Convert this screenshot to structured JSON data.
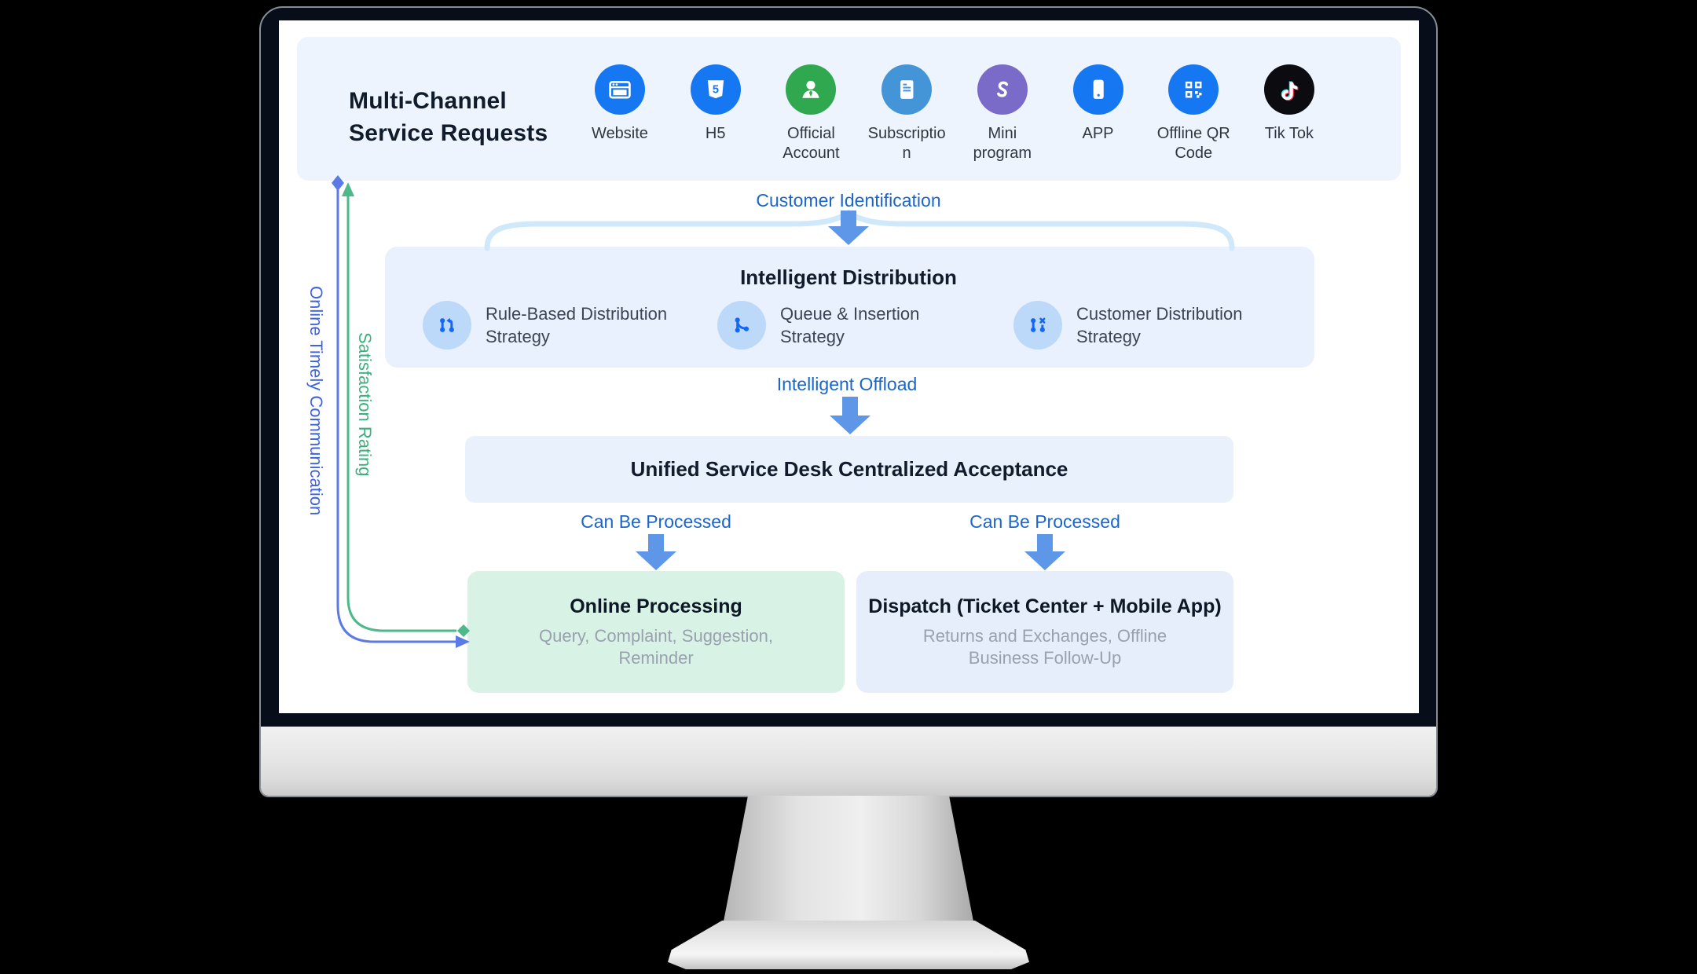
{
  "header": {
    "title_line1": "Multi-Channel",
    "title_line2": "Service Requests",
    "channels": [
      {
        "label": "Website",
        "icon": "browser-window-icon",
        "color": "#1677f2"
      },
      {
        "label": "H5",
        "icon": "html5-icon",
        "color": "#1677f2"
      },
      {
        "label": "Official Account",
        "icon": "person-icon",
        "color": "#2fa84f"
      },
      {
        "label": "Subscription",
        "icon": "subscription-doc-icon",
        "color": "#4494d8"
      },
      {
        "label": "Mini program",
        "icon": "mini-program-icon",
        "color": "#7a6bc8"
      },
      {
        "label": "APP",
        "icon": "mobile-phone-icon",
        "color": "#1677f2"
      },
      {
        "label": "Offline QR Code",
        "icon": "qr-code-icon",
        "color": "#1677f2"
      },
      {
        "label": "Tik Tok",
        "icon": "tiktok-icon",
        "color": "#0c0c10"
      }
    ]
  },
  "flow_labels": {
    "customer_identification": "Customer Identification",
    "intelligent_offload": "Intelligent Offload",
    "can_be_processed_left": "Can Be Processed",
    "can_be_processed_right": "Can Be Processed"
  },
  "side_labels": {
    "online_timely_communication": {
      "text": "Online Timely Communication",
      "color": "#3e63e0"
    },
    "satisfaction_rating": {
      "text": "Satisfaction Rating",
      "color": "#3bb07c"
    }
  },
  "distribution": {
    "title": "Intelligent Distribution",
    "items": [
      {
        "label": "Rule-Based Distribution Strategy",
        "icon": "branch-merge-icon"
      },
      {
        "label": "Queue & Insertion Strategy",
        "icon": "queue-insert-icon"
      },
      {
        "label": "Customer Distribution Strategy",
        "icon": "distribution-split-icon"
      }
    ]
  },
  "service_desk": {
    "title": "Unified Service Desk Centralized Acceptance"
  },
  "outcomes": {
    "online": {
      "title": "Online Processing",
      "subtitle": "Query, Complaint, Suggestion, Reminder",
      "bg": "#d8f3e6"
    },
    "dispatch": {
      "title": "Dispatch (Ticket Center + Mobile App)",
      "subtitle": "Returns and Exchanges, Offline Business Follow-Up",
      "bg": "#e7eefb"
    }
  },
  "colors": {
    "panel_bg": "#edf4fd",
    "dist_box_bg": "#e8f1fd",
    "unified_box_bg": "#e9f1fd",
    "flow_text": "#1b66cb",
    "arrow": "#5e96e8",
    "bracket": "#cfe9fb",
    "strategy_icon_bg": "#bcd9f9",
    "strategy_icon_fg": "#1467f2"
  }
}
